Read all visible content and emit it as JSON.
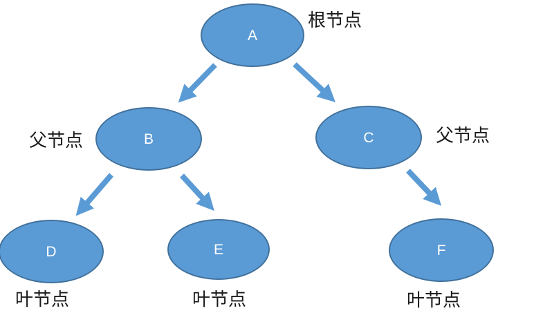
{
  "diagram": {
    "type": "tree",
    "nodes": [
      {
        "id": "A",
        "label": "A",
        "role": "root"
      },
      {
        "id": "B",
        "label": "B",
        "role": "parent"
      },
      {
        "id": "C",
        "label": "C",
        "role": "parent"
      },
      {
        "id": "D",
        "label": "D",
        "role": "leaf"
      },
      {
        "id": "E",
        "label": "E",
        "role": "leaf"
      },
      {
        "id": "F",
        "label": "F",
        "role": "leaf"
      }
    ],
    "edges": [
      {
        "from": "A",
        "to": "B"
      },
      {
        "from": "A",
        "to": "C"
      },
      {
        "from": "B",
        "to": "D"
      },
      {
        "from": "B",
        "to": "E"
      },
      {
        "from": "C",
        "to": "F"
      }
    ],
    "annotations": [
      {
        "id": "root",
        "text": "根节点",
        "attached_to": "A",
        "side": "right"
      },
      {
        "id": "parent-left",
        "text": "父节点",
        "attached_to": "B",
        "side": "left"
      },
      {
        "id": "parent-right",
        "text": "父节点",
        "attached_to": "C",
        "side": "right"
      },
      {
        "id": "leaf-d",
        "text": "叶节点",
        "attached_to": "D",
        "side": "below"
      },
      {
        "id": "leaf-e",
        "text": "叶节点",
        "attached_to": "E",
        "side": "below"
      },
      {
        "id": "leaf-f",
        "text": "叶节点",
        "attached_to": "F",
        "side": "below"
      }
    ],
    "colors": {
      "node_fill": "#5b9bd5",
      "node_border": "#41719c",
      "node_text": "#ffffff",
      "arrow": "#5b9bd5",
      "annotation_text": "#1a1a1a",
      "background": "#ffffff"
    }
  }
}
